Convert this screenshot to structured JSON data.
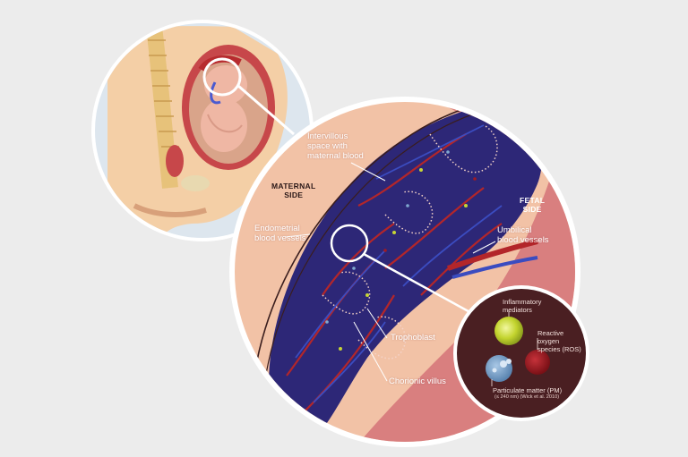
{
  "labels": {
    "intervillous": [
      "Intervillous",
      "space with",
      "maternal blood"
    ],
    "maternal_side": [
      "MATERNAL",
      "SIDE"
    ],
    "fetal_side": [
      "FETAL",
      "SIDE"
    ],
    "endometrial": [
      "Endometrial",
      "blood vessels"
    ],
    "umbilical": [
      "Umbilical",
      "blood vessels"
    ],
    "trophoblast": "Trophoblast",
    "chorionic_villus": "Chorionic villus"
  },
  "legend": {
    "inflammatory": [
      "Inflammatory",
      "mediators"
    ],
    "ros": [
      "Reactive",
      "oxygen",
      "species (ROS)"
    ],
    "pm": "Particulate matter (PM)",
    "pm_note": "(≤ 240 nm) (Wick et al. 2010)"
  },
  "colors": {
    "background": "#ececec",
    "circle_border": "#ffffff",
    "maternal_tissue": "#f2c2a6",
    "fetal_tissue": "#d97f7f",
    "maternal_blood_space": "#2d2777",
    "vessel_red": "#b3262a",
    "vessel_blue": "#3b4cc0",
    "legend_bg": "#4a1f22",
    "inflammatory": "#c7d634",
    "ros": "#a11b22",
    "pm": "#7fa8cf"
  }
}
